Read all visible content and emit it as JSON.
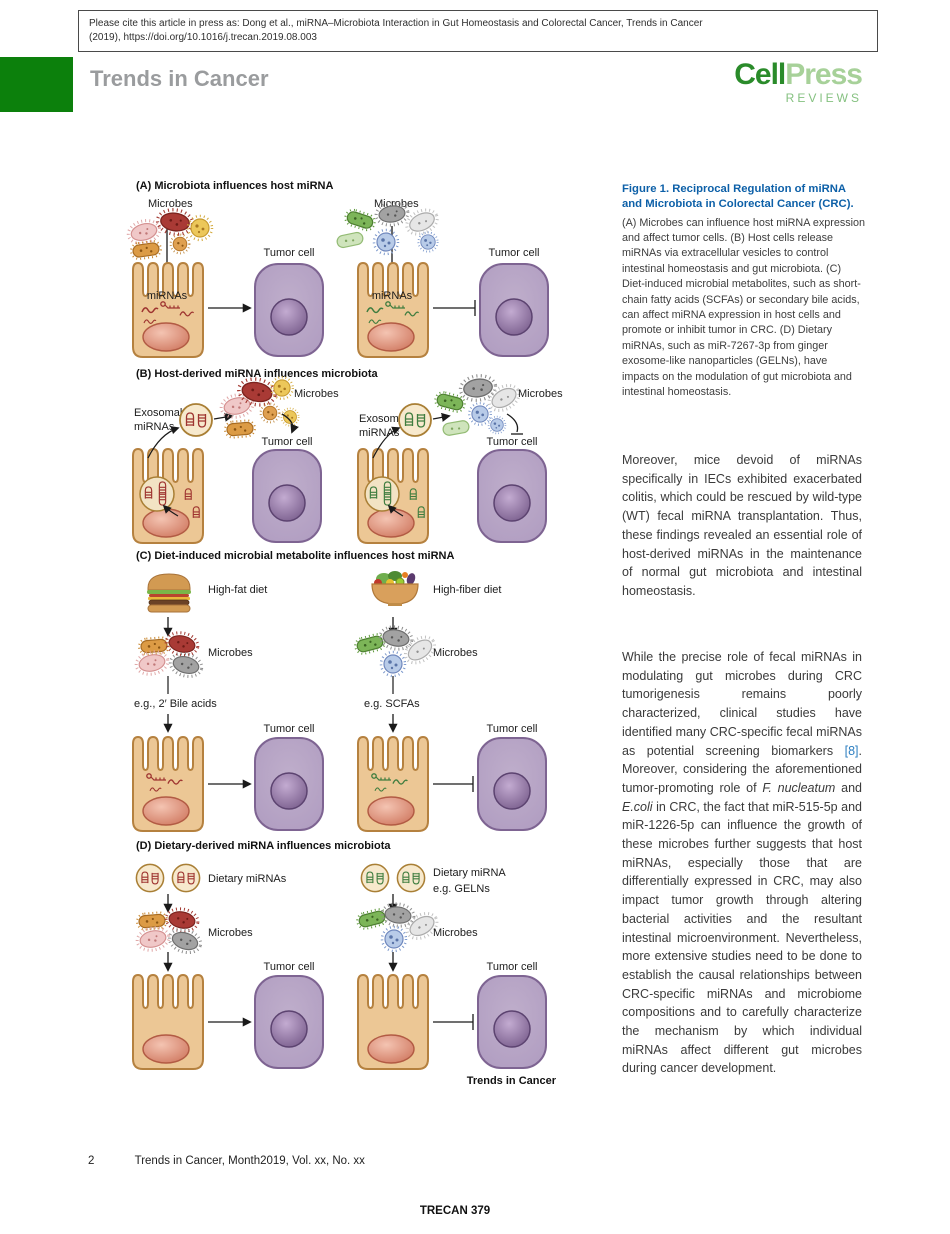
{
  "citation": {
    "line1": "Please cite this article in press as: Dong et al., miRNA–Microbiota Interaction in Gut Homeostasis and Colorectal Cancer, Trends in Cancer",
    "line2": "(2019), https://doi.org/10.1016/j.trecan.2019.08.003"
  },
  "header": {
    "journal_title": "Trends in Cancer",
    "logo_cell": "Cell",
    "logo_press": "Press",
    "logo_reviews": "REVIEWS"
  },
  "figure": {
    "panel_a_title": "(A) Microbiota influences host miRNA",
    "panel_b_title": "(B)  Host-derived miRNA influences microbiota",
    "panel_c_title": "(C) Diet-induced microbial metabolite influences host miRNA",
    "panel_d_title": "(D) Dietary-derived miRNA influences microbiota",
    "labels": {
      "microbes": "Microbes",
      "tumor_cell": "Tumor cell",
      "mirnas": "miRNAs",
      "exosomal_1": "Exosomal",
      "exosomal_2": "miRNAs",
      "high_fat": "High-fat diet",
      "high_fiber": "High-fiber diet",
      "bile": "e.g., 2′ Bile acids",
      "scfas": "e.g. SCFAs",
      "dietary_mirnas": "Dietary miRNAs",
      "dietary_mirna": "Dietary miRNA",
      "gelns": "e.g. GELNs",
      "credit": "Trends in Cancer"
    }
  },
  "caption": {
    "title": "Figure 1.  Reciprocal Regulation of miRNA and Microbiota in Colorectal Cancer (CRC).",
    "body": "(A) Microbes can influence host miRNA expression and affect tumor cells. (B) Host cells release miRNAs via extracellular vesicles to control intestinal homeostasis and gut microbiota. (C) Diet-induced microbial metabolites, such as short-chain fatty acids (SCFAs) or secondary bile acids, can affect miRNA expression in host cells and promote or inhibit tumor in CRC. (D) Dietary miRNAs, such as miR-7267-3p from ginger exosome-like nanoparticles (GELNs), have impacts on the modulation of gut microbiota and intestinal homeostasis."
  },
  "body": {
    "p1": "Moreover, mice devoid of miRNAs specifically in IECs exhibited exacerbated colitis, which could be rescued by wild-type (WT) fecal miRNA transplantation. Thus, these findings revealed an essential role of host-derived miRNAs in the maintenance of normal gut microbiota and intestinal homeostasis.",
    "p2_parts": [
      {
        "text": "While the precise role of fecal miRNAs in modulating gut microbes during CRC tumorigenesis remains poorly characterized, clinical studies have identified many CRC-specific fecal miRNAs as potential screening biomarkers "
      },
      {
        "text": "[8]",
        "style": "link"
      },
      {
        "text": ". Moreover, considering the aforementioned tumor-promoting role of "
      },
      {
        "text": "F. nucleatum",
        "style": "italic"
      },
      {
        "text": " and "
      },
      {
        "text": "E.coli",
        "style": "italic"
      },
      {
        "text": " in CRC, the fact that miR-515-5p and miR-1226-5p can influence the growth of these microbes further suggests that host miRNAs, especially those that are differentially expressed in CRC, may also impact tumor growth through altering bacterial activities and the resultant intestinal microenvironment. Nevertheless, more extensive studies need to be done to establish the causal relationships between CRC-specific miRNAs and microbiome compositions and to carefully characterize the mechanism by which individual miRNAs affect different gut microbes during cancer development."
      }
    ]
  },
  "footer": {
    "page_number": "2",
    "journal_info": "Trends in Cancer, Month2019, Vol. xx, No. xx",
    "article_id": "TRECAN 379"
  },
  "colors": {
    "accent_green": "#0c800c",
    "caption_blue": "#0d60a8",
    "link_blue": "#2e7fc1"
  }
}
